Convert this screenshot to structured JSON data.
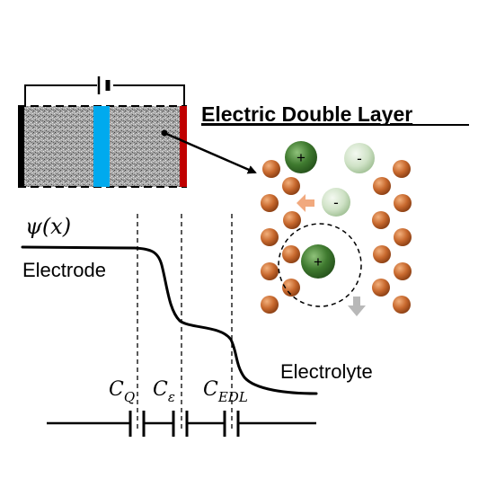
{
  "title": "Electric Double Layer",
  "potential_label": "ψ(x)",
  "electrode_label": "Electrode",
  "electrolyte_label": "Electrolyte",
  "capacitors": {
    "cq": {
      "main": "C",
      "sub": "Q"
    },
    "ce": {
      "main": "C",
      "sub": "ε"
    },
    "cedl": {
      "main": "C",
      "sub": "EDL"
    }
  },
  "ions": {
    "cation_symbol": "+",
    "anion_symbol": "-"
  },
  "colors": {
    "electrode_left": "#000000",
    "separator": "#00aaee",
    "electrode_right": "#c00000",
    "cation": "#3f7a2f",
    "anion": "#d6e6cf",
    "electrode_atom": "#c8692e",
    "arrow_orange": "#f0a070",
    "arrow_gray": "#b8b8b8"
  }
}
